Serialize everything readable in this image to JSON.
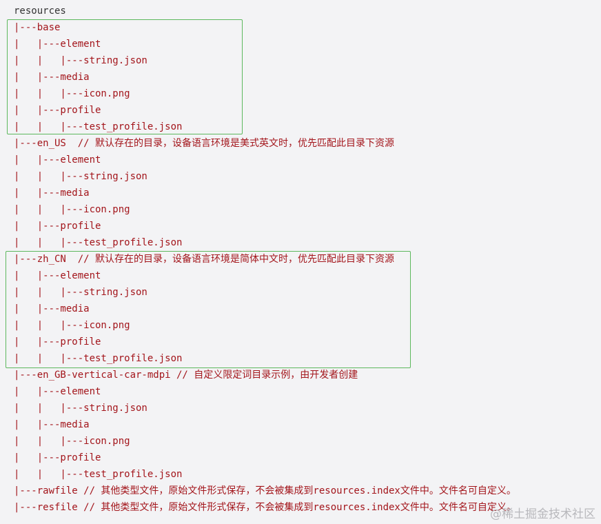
{
  "root_label": "resources",
  "lines": [
    {
      "tree": "|---base",
      "comment": ""
    },
    {
      "tree": "|   |---element",
      "comment": ""
    },
    {
      "tree": "|   |   |---string.json",
      "comment": ""
    },
    {
      "tree": "|   |---media",
      "comment": ""
    },
    {
      "tree": "|   |   |---icon.png",
      "comment": ""
    },
    {
      "tree": "|   |---profile",
      "comment": ""
    },
    {
      "tree": "|   |   |---test_profile.json",
      "comment": ""
    },
    {
      "tree": "|---en_US",
      "comment": "  // 默认存在的目录，设备语言环境是美式英文时，优先匹配此目录下资源"
    },
    {
      "tree": "|   |---element",
      "comment": ""
    },
    {
      "tree": "|   |   |---string.json",
      "comment": ""
    },
    {
      "tree": "|   |---media",
      "comment": ""
    },
    {
      "tree": "|   |   |---icon.png",
      "comment": ""
    },
    {
      "tree": "|   |---profile",
      "comment": ""
    },
    {
      "tree": "|   |   |---test_profile.json",
      "comment": ""
    },
    {
      "tree": "|---zh_CN",
      "comment": "  // 默认存在的目录，设备语言环境是简体中文时，优先匹配此目录下资源"
    },
    {
      "tree": "|   |---element",
      "comment": ""
    },
    {
      "tree": "|   |   |---string.json",
      "comment": ""
    },
    {
      "tree": "|   |---media",
      "comment": ""
    },
    {
      "tree": "|   |   |---icon.png",
      "comment": ""
    },
    {
      "tree": "|   |---profile",
      "comment": ""
    },
    {
      "tree": "|   |   |---test_profile.json",
      "comment": ""
    },
    {
      "tree": "|---en_GB-vertical-car-mdpi",
      "comment": " // 自定义限定词目录示例，由开发者创建"
    },
    {
      "tree": "|   |---element",
      "comment": ""
    },
    {
      "tree": "|   |   |---string.json",
      "comment": ""
    },
    {
      "tree": "|   |---media",
      "comment": ""
    },
    {
      "tree": "|   |   |---icon.png",
      "comment": ""
    },
    {
      "tree": "|   |---profile",
      "comment": ""
    },
    {
      "tree": "|   |   |---test_profile.json",
      "comment": ""
    },
    {
      "tree": "|---rawfile",
      "comment": " // 其他类型文件，原始文件形式保存，不会被集成到resources.index文件中。文件名可自定义。"
    },
    {
      "tree": "|---resfile",
      "comment": " // 其他类型文件，原始文件形式保存，不会被集成到resources.index文件中。文件名可自定义。"
    }
  ],
  "watermark": "@稀土掘金技术社区",
  "colors": {
    "background": "#f3f3f5",
    "text": "#333333",
    "tree_text": "#a3151b",
    "highlight_border": "#5cb85c"
  }
}
